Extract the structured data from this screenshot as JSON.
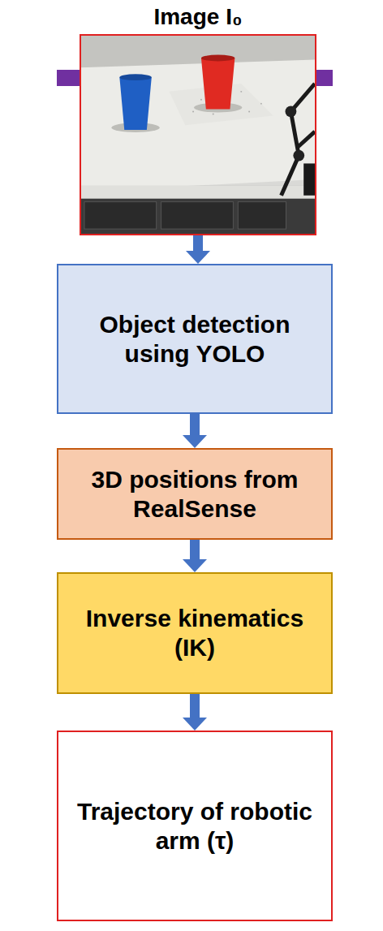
{
  "diagram": {
    "nodes": [
      {
        "text": [
          "Image I₀"
        ]
      },
      {
        "text": [
          "Object detection using YOLO"
        ]
      },
      {
        "text": [
          "3D positions from RealSense"
        ]
      },
      {
        "text": [
          "Inverse kinematics (IK)"
        ]
      },
      {
        "text": [
          "Trajectory of robotic arm (τ)"
        ]
      }
    ],
    "edges": [
      {
        "from": 0,
        "to": 1,
        "arrow": "to"
      },
      {
        "from": 1,
        "to": 2,
        "arrow": "to"
      },
      {
        "from": 2,
        "to": 3,
        "arrow": "to"
      },
      {
        "from": 3,
        "to": 4,
        "arrow": "to"
      }
    ]
  }
}
